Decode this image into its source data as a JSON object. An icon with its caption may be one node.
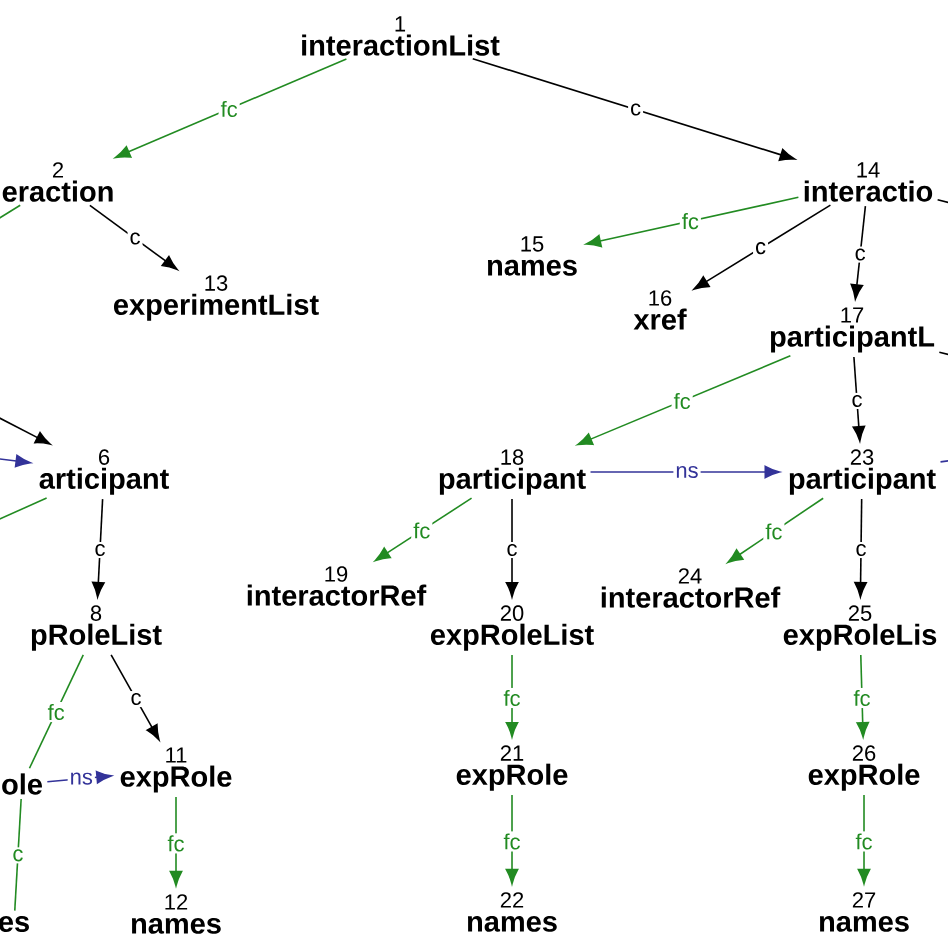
{
  "diagram": {
    "nodes": [
      {
        "text": [
          "1",
          "interactionList"
        ]
      },
      {
        "text": [
          "2",
          "eraction"
        ]
      },
      {
        "text": [
          "13",
          "experimentList"
        ]
      },
      {
        "text": [
          "14",
          "interactio"
        ]
      },
      {
        "text": [
          "15",
          "names"
        ]
      },
      {
        "text": [
          "16",
          "xref"
        ]
      },
      {
        "text": [
          "17",
          "participantL"
        ]
      },
      {
        "text": [
          "18",
          "participant"
        ]
      },
      {
        "text": [
          "23",
          "participant"
        ]
      },
      {
        "text": [
          "6",
          "articipant"
        ]
      },
      {
        "text": [
          "19",
          "interactorRef"
        ]
      },
      {
        "text": [
          "20",
          "expRoleList"
        ]
      },
      {
        "text": [
          "24",
          "interactorRef"
        ]
      },
      {
        "text": [
          "25",
          "expRoleLis"
        ]
      },
      {
        "text": [
          "8",
          "pRoleList"
        ]
      },
      {
        "text": [
          "ole"
        ]
      },
      {
        "text": [
          "11",
          "expRole"
        ]
      },
      {
        "text": [
          "21",
          "expRole"
        ]
      },
      {
        "text": [
          "26",
          "expRole"
        ]
      },
      {
        "text": [
          "es"
        ]
      },
      {
        "text": [
          "12",
          "names"
        ]
      },
      {
        "text": [
          "22",
          "names"
        ]
      },
      {
        "text": [
          "27",
          "names"
        ]
      }
    ],
    "edges": [
      {
        "from": 0,
        "to": 1,
        "arrow": "to",
        "label": "fc"
      },
      {
        "from": 0,
        "to": 3,
        "arrow": "to",
        "label": "c",
        "color": "#000000"
      },
      {
        "from": 1,
        "to": 2,
        "arrow": "to",
        "label": "c",
        "color": "#000000"
      },
      {
        "from": 1,
        "to": null,
        "arrow": "none"
      },
      {
        "from": 3,
        "to": 4,
        "arrow": "to",
        "label": "fc"
      },
      {
        "from": 3,
        "to": 5,
        "arrow": "to",
        "label": "c",
        "color": "#000000"
      },
      {
        "from": 3,
        "to": 6,
        "arrow": "to",
        "label": "c",
        "color": "#000000"
      },
      {
        "from": 3,
        "to": null,
        "arrow": "none",
        "color": "#000000"
      },
      {
        "from": 6,
        "to": 7,
        "arrow": "to",
        "label": "fc"
      },
      {
        "from": 6,
        "to": 8,
        "arrow": "to",
        "label": "c",
        "color": "#000000"
      },
      {
        "from": 6,
        "to": null,
        "arrow": "none",
        "color": "#000000"
      },
      {
        "from": 7,
        "to": 8,
        "arrow": "to",
        "label": "ns",
        "color": "#333399"
      },
      {
        "from": 8,
        "to": null,
        "arrow": "none",
        "color": "#333399"
      },
      {
        "from": null,
        "to": 9,
        "arrow": "to",
        "color": "#000000"
      },
      {
        "from": null,
        "to": 9,
        "arrow": "to",
        "color": "#333399"
      },
      {
        "from": 9,
        "to": null,
        "arrow": "none"
      },
      {
        "from": 9,
        "to": 14,
        "arrow": "to",
        "label": "c",
        "color": "#000000"
      },
      {
        "from": 7,
        "to": 10,
        "arrow": "to",
        "label": "fc"
      },
      {
        "from": 7,
        "to": 11,
        "arrow": "to",
        "label": "c",
        "color": "#000000"
      },
      {
        "from": 8,
        "to": 12,
        "arrow": "to",
        "label": "fc"
      },
      {
        "from": 8,
        "to": 13,
        "arrow": "to",
        "label": "c",
        "color": "#000000"
      },
      {
        "from": 14,
        "to": 15,
        "arrow": "none",
        "label": "fc"
      },
      {
        "from": 14,
        "to": 16,
        "arrow": "to",
        "label": "c",
        "color": "#000000"
      },
      {
        "from": 15,
        "to": 16,
        "arrow": "to",
        "label": "ns",
        "color": "#333399"
      },
      {
        "from": 15,
        "to": 19,
        "arrow": "none",
        "label": "c"
      },
      {
        "from": 16,
        "to": 20,
        "arrow": "to",
        "label": "fc"
      },
      {
        "from": 11,
        "to": 17,
        "arrow": "to",
        "label": "fc"
      },
      {
        "from": 17,
        "to": 21,
        "arrow": "to",
        "label": "fc"
      },
      {
        "from": 13,
        "to": 18,
        "arrow": "to",
        "label": "fc"
      },
      {
        "from": 18,
        "to": 22,
        "arrow": "to",
        "label": "fc"
      }
    ]
  }
}
